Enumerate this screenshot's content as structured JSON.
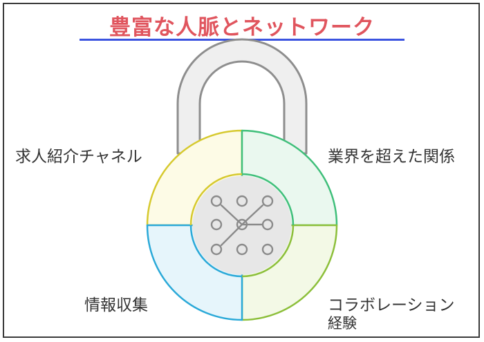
{
  "title": "豊富な人脈とネットワーク",
  "segments": [
    {
      "id": "top-left",
      "label": "求人紹介チャネル",
      "fill": "#fdfbe6",
      "stroke": "#d6c92e"
    },
    {
      "id": "top-right",
      "label": "業界を超えた関係",
      "fill": "#eaf8ef",
      "stroke": "#3fbf7a"
    },
    {
      "id": "bottom-right",
      "label_line1": "コラボレーション",
      "label_line2": "経験",
      "fill": "#f3f9e6",
      "stroke": "#8cbf3a"
    },
    {
      "id": "bottom-left",
      "label": "情報収集",
      "fill": "#e6f5fb",
      "stroke": "#2aa9d8"
    }
  ],
  "colors": {
    "title": "#e0555e",
    "underline": "#3b53e0",
    "shackle_fill": "#efefef",
    "shackle_stroke": "#8e8e8e",
    "center_fill": "#e7e7e7",
    "center_stroke": "#888888",
    "network_stroke": "#8a8a8a"
  },
  "icon": "network-pattern-lock-icon"
}
